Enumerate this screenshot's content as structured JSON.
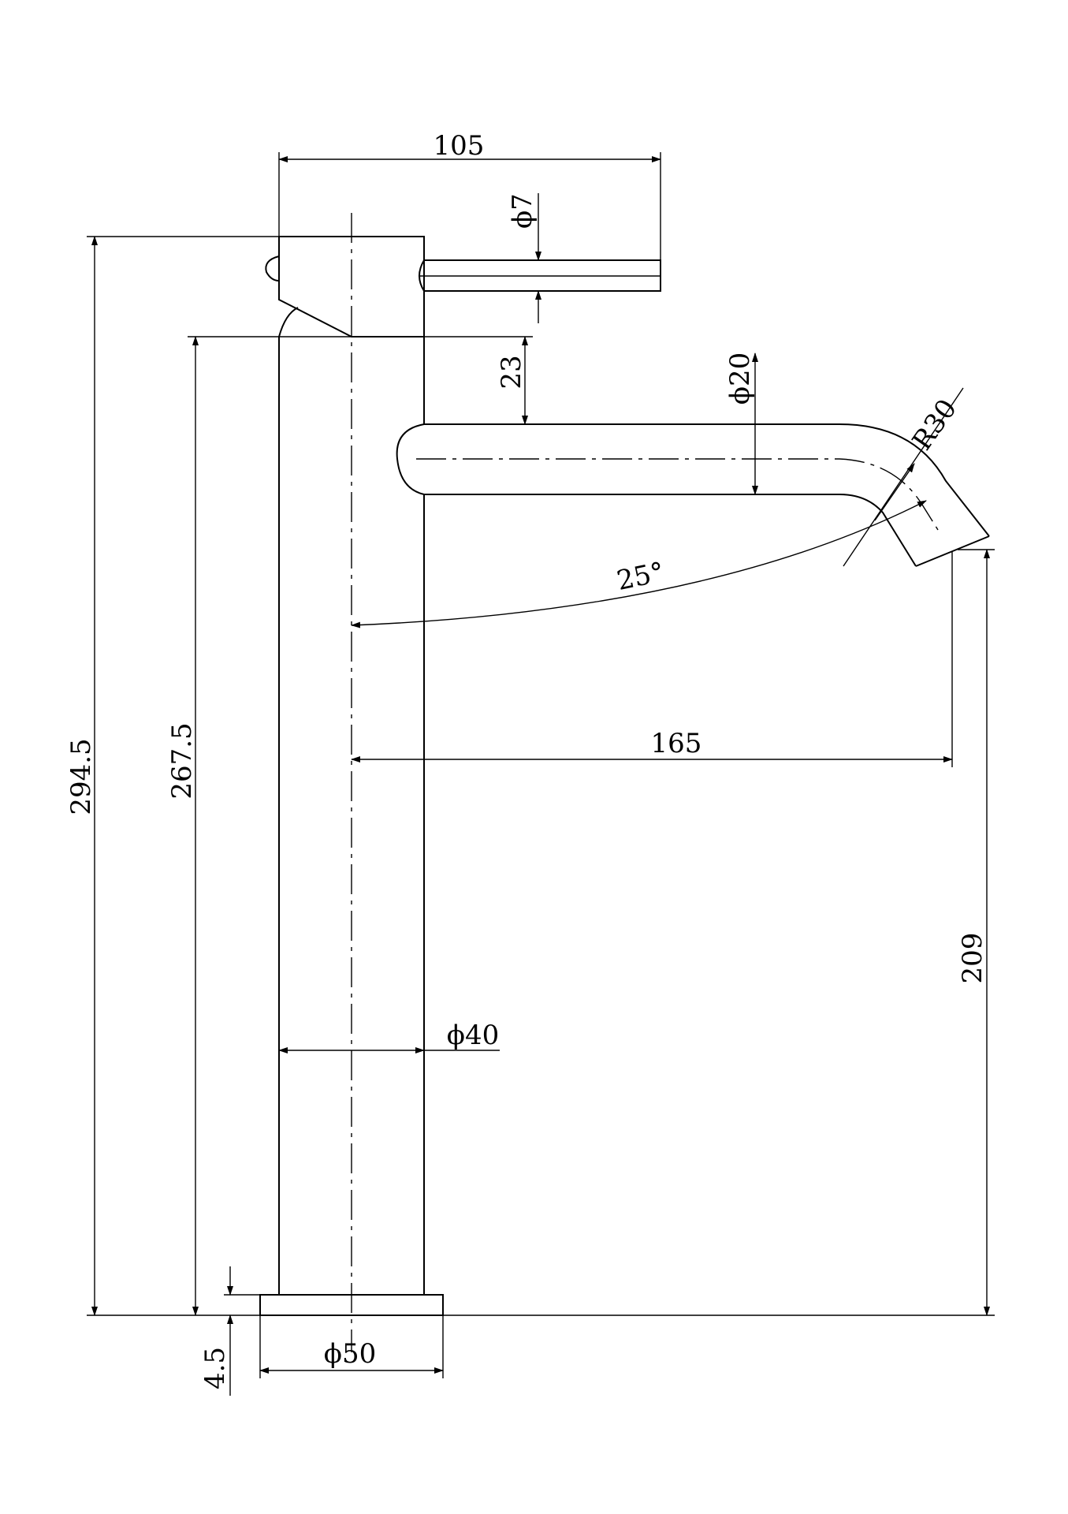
{
  "drawing": {
    "subject": "tall basin mixer tap side elevation",
    "dimensions": {
      "top_width": "105",
      "handle_diameter": "ϕ7",
      "overall_height": "294.5",
      "body_height": "267.5",
      "spout_offset": "23",
      "spout_diameter": "ϕ20",
      "bend_radius": "R30",
      "swivel_angle": "25°",
      "spout_reach": "165",
      "outlet_height": "209",
      "body_diameter": "ϕ40",
      "base_diameter": "ϕ50",
      "base_thickness": "4.5"
    }
  }
}
